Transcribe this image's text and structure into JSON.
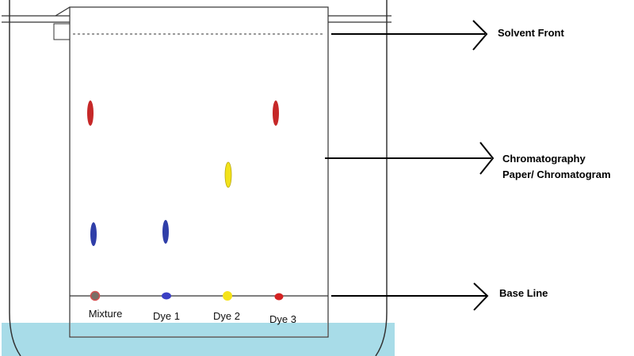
{
  "callouts": {
    "solvent_front": "Solvent Front",
    "paper_line1": "Chromatography",
    "paper_line2": "Paper/ Chromatogram",
    "base_line": "Base Line"
  },
  "lanes": [
    {
      "label": "Mixture",
      "base_color": "#7a6e66"
    },
    {
      "label": "Dye 1",
      "base_color": "#3b3fc4"
    },
    {
      "label": "Dye 2",
      "base_color": "#f5e31a"
    },
    {
      "label": "Dye 3",
      "base_color": "#d42222"
    }
  ],
  "colors": {
    "solvent": "#a8dce8",
    "spot_red": "#c62828",
    "spot_blue": "#2f3ea8",
    "spot_yellow": "#f2e21a"
  }
}
